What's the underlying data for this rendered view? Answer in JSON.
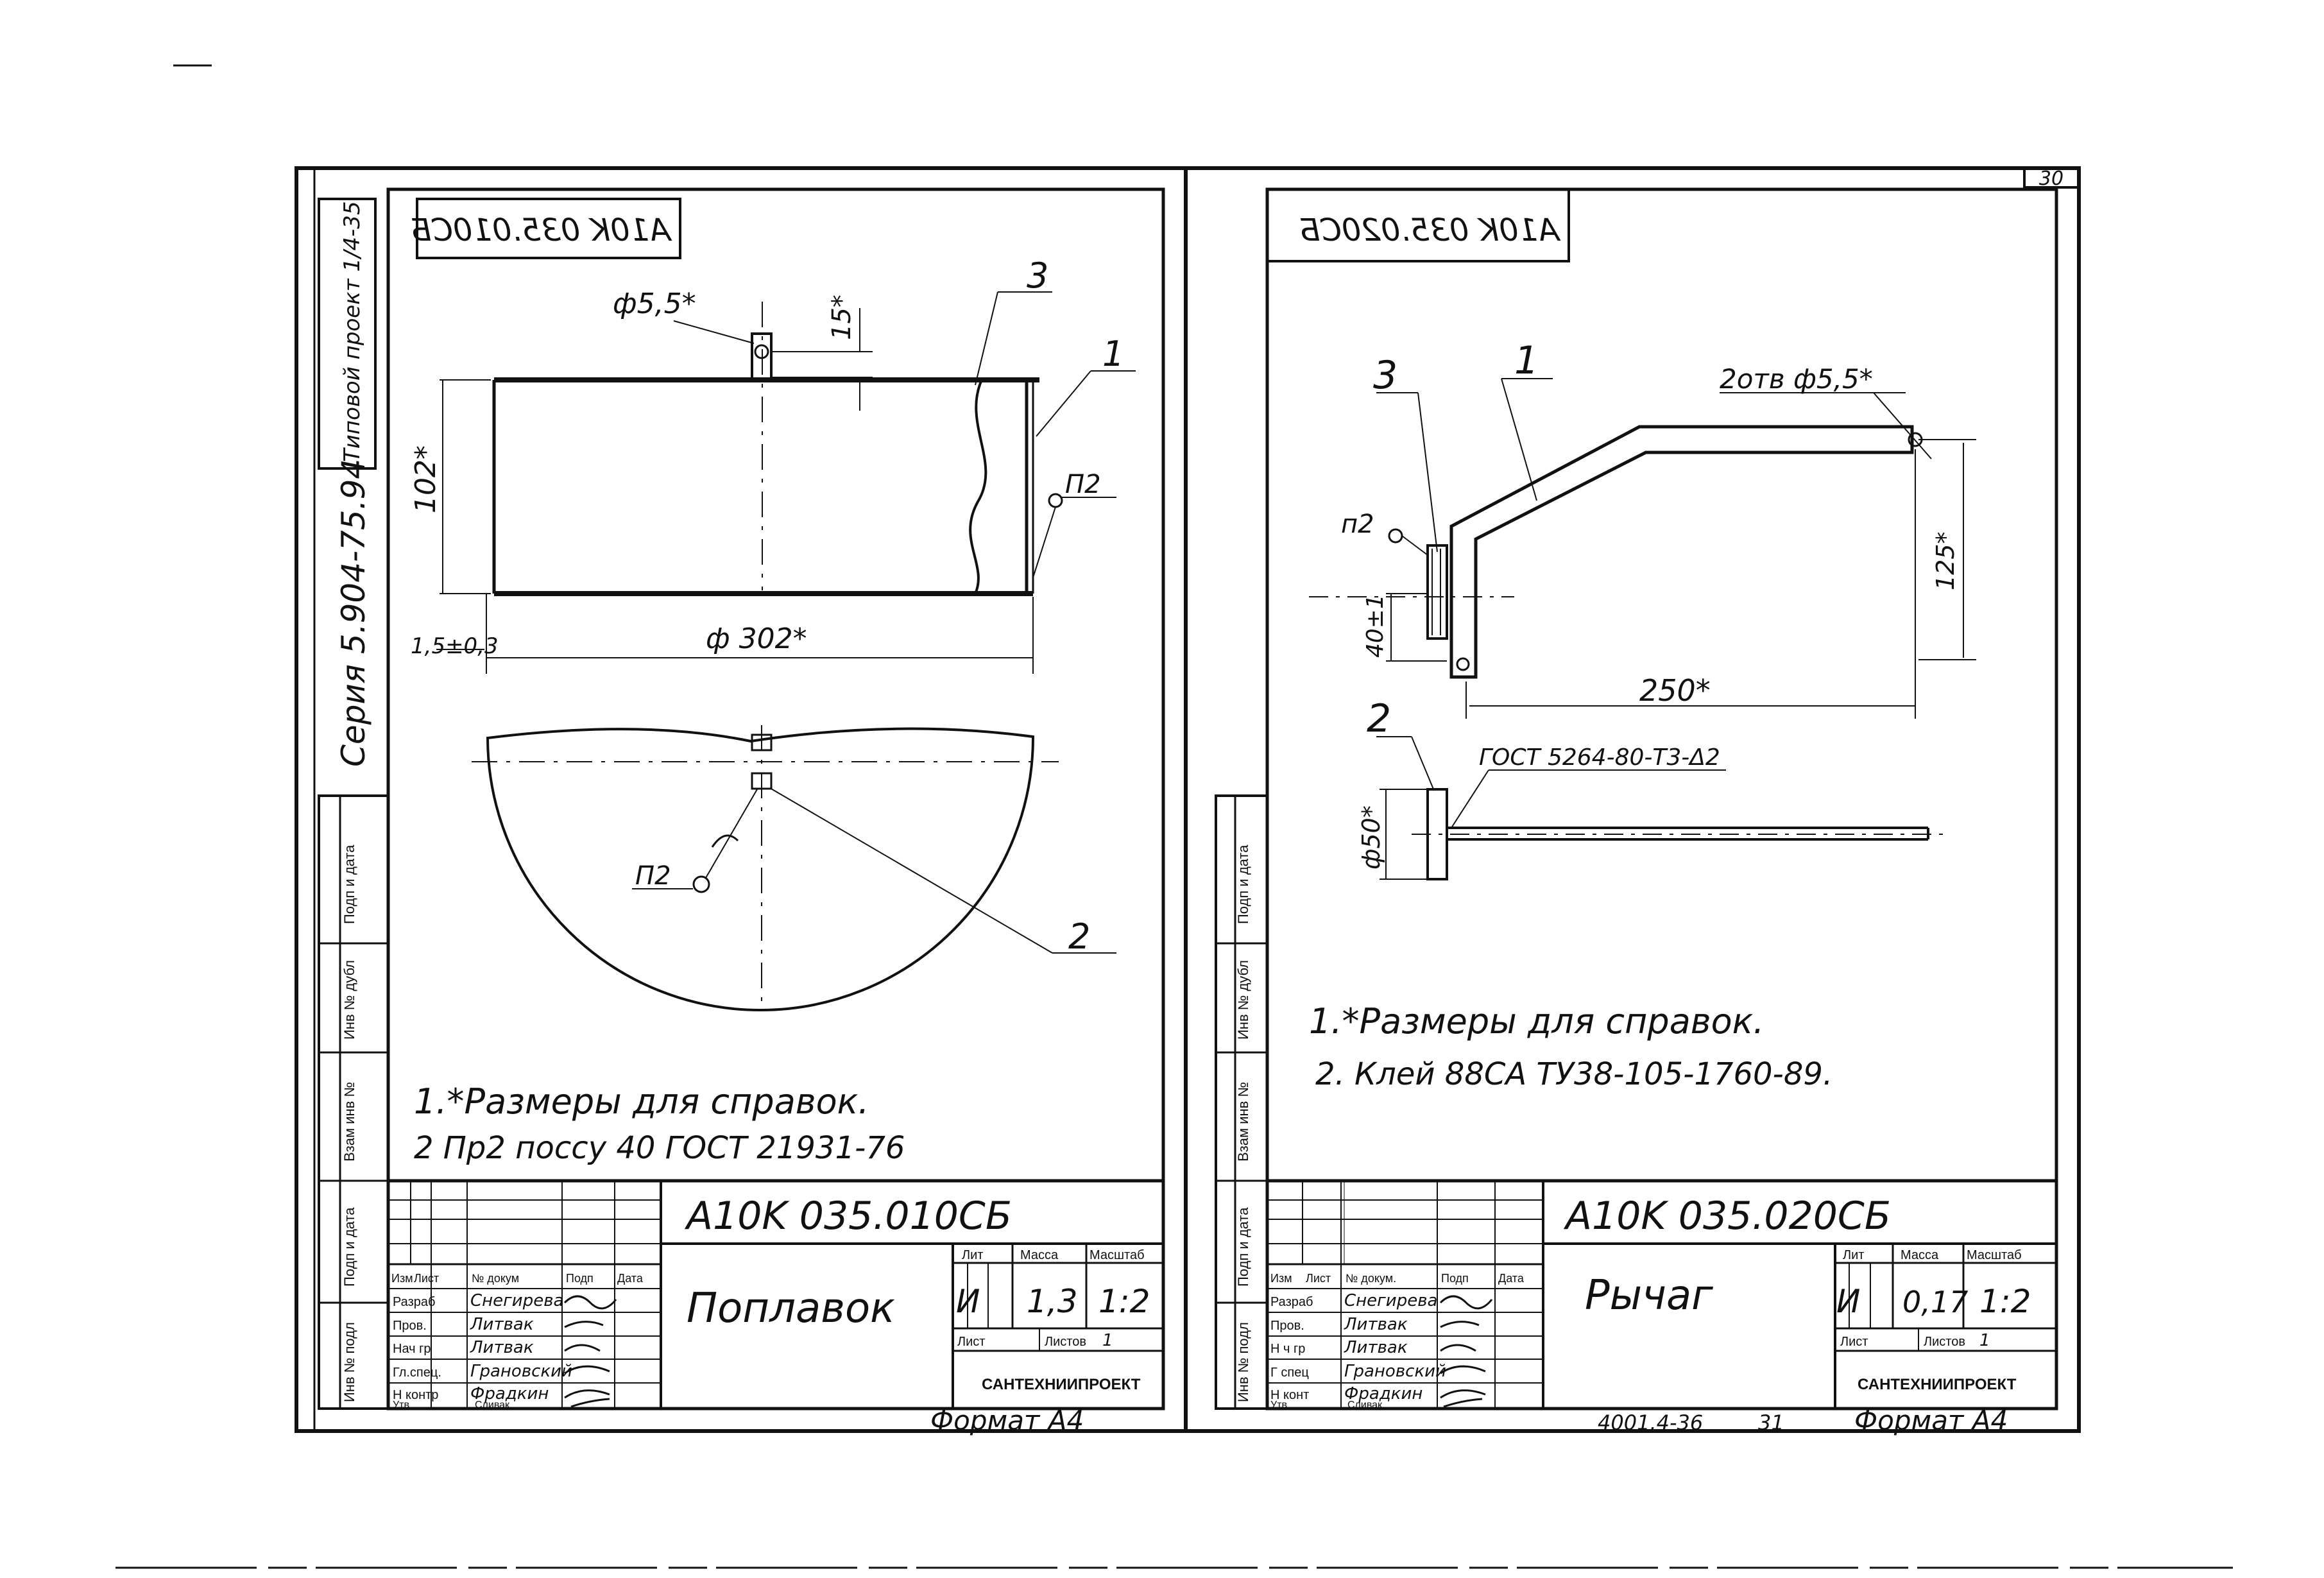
{
  "page": {
    "number": "30",
    "footer_code": "4001.4-36",
    "footer_num": "31"
  },
  "left_sheet": {
    "mirror_code": "A10K 035.010СБ",
    "series": "Серия 5.904-75.94",
    "vertical_stamp": "Типовой проект 1/4-35",
    "dims": {
      "d_hole": "ф5,5*",
      "h_top": "15*",
      "height": "102*",
      "thick": "1,5±0,3",
      "diameter": "ф 302*"
    },
    "positions": {
      "p1": "1",
      "p2": "2",
      "p3": "3",
      "weld1": "П2",
      "weld2": "П2"
    },
    "notes": [
      "1.*Размеры для справок.",
      "2 Пр2 поссу 40 ГОСТ 21931-76"
    ],
    "title_block": {
      "code": "A10K 035.010СБ",
      "name": "Поплавок",
      "org": "САНТЕХНИИПРОЕКТ",
      "lit_hdr": "Лит",
      "mass_hdr": "Масса",
      "scale_hdr": "Масштаб",
      "lit": "И",
      "mass": "1,3",
      "scale": "1:2",
      "sheet_hdr": "Лист",
      "sheets_hdr": "Листов",
      "sheets": "1",
      "col_headers": [
        "Изм",
        "Лист",
        "№ докум",
        "Подп",
        "Дата"
      ],
      "roles": [
        "Разраб",
        "Пров.",
        "Нач гр",
        "Гл.спец.",
        "Н контр",
        "Утв"
      ],
      "names": [
        "Снегирева",
        "Литвак",
        "Литвак",
        "Грановский",
        "Фрадкин",
        "Сливак"
      ]
    },
    "side_labels": [
      "Подп и дата",
      "Инв № дубл",
      "Взам инв №",
      "Подп и дата",
      "Инв № подл"
    ],
    "format": "Формат А4"
  },
  "right_sheet": {
    "mirror_code": "A10K 035.020СБ",
    "dims": {
      "holes": "2отв ф5,5*",
      "height": "125*",
      "h_small": "40±1",
      "length": "250*",
      "diam": "ф50*"
    },
    "positions": {
      "p1": "1",
      "p2": "2",
      "p3": "3",
      "weld": "п2"
    },
    "gost": "ГОСТ 5264-80-Т3-Δ2",
    "notes": [
      "1.*Размеры для справок.",
      "2. Клей 88СА ТУ38-105-1760-89."
    ],
    "title_block": {
      "code": "A10K 035.020СБ",
      "name": "Рычаг",
      "org": "САНТЕХНИИПРОЕКТ",
      "lit_hdr": "Лит",
      "mass_hdr": "Масса",
      "scale_hdr": "Масштаб",
      "lit": "И",
      "mass": "0,17",
      "scale": "1:2",
      "sheet_hdr": "Лист",
      "sheets_hdr": "Листов",
      "sheets": "1",
      "col_headers": [
        "Изм",
        "Лист",
        "№ докум.",
        "Подп",
        "Дата"
      ],
      "roles": [
        "Разраб",
        "Пров.",
        "Н ч гр",
        "Г спец",
        "Н конт",
        "Утв"
      ],
      "names": [
        "Снегирева",
        "Литвак",
        "Литвак",
        "Грановский",
        "Фрадкин",
        "Сливак"
      ]
    },
    "side_labels": [
      "Подп и дата",
      "Инв № дубл",
      "Взам инв №",
      "Подп и дата",
      "Инв № подл"
    ],
    "format": "Формат А4"
  }
}
